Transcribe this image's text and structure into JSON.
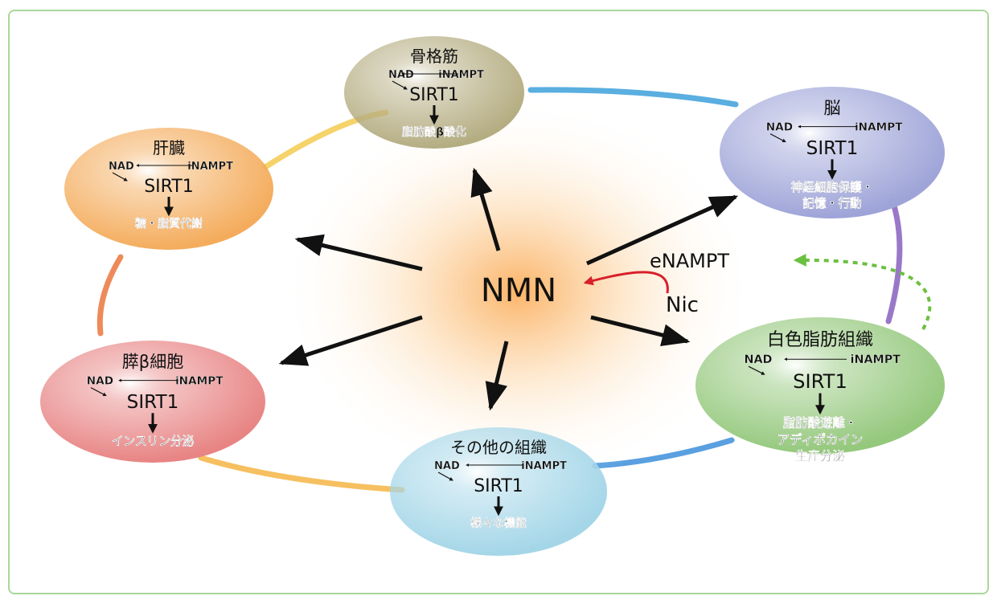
{
  "center": {
    "label": "NMN",
    "enampt": "eNAMPT",
    "nic": "Nic"
  },
  "colors": {
    "frame": "#a8d89a",
    "red_arrow": "#d8202a",
    "green_dashed": "#6cc040"
  },
  "nodes": [
    {
      "id": "skeletal-muscle",
      "title": "骨格筋",
      "nad": "NAD",
      "inampt": "iNAMPT",
      "sirt": "SIRT1",
      "effect": [
        "脂肪酸β酸化"
      ],
      "color": "#b5ad82"
    },
    {
      "id": "brain",
      "title": "脳",
      "nad": "NAD",
      "inampt": "iNAMPT",
      "sirt": "SIRT1",
      "effect": [
        "神経細胞保護・",
        "記憶・行動"
      ],
      "color": "#9ea4d8"
    },
    {
      "id": "liver",
      "title": "肝臓",
      "nad": "NAD",
      "inampt": "iNAMPT",
      "sirt": "SIRT1",
      "effect": [
        "糖・脂質代謝"
      ],
      "color": "#f4ac5c"
    },
    {
      "id": "white-adipose",
      "title": "白色脂肪組織",
      "nad": "NAD",
      "inampt": "iNAMPT",
      "sirt": "SIRT1",
      "effect": [
        "脂肪酸遊離・",
        "アディポカイン",
        "生産分泌"
      ],
      "color": "#94c87c"
    },
    {
      "id": "pancreatic-beta",
      "title": "膵β細胞",
      "nad": "NAD",
      "inampt": "iNAMPT",
      "sirt": "SIRT1",
      "effect": [
        "インスリン分泌"
      ],
      "color": "#e88484"
    },
    {
      "id": "other-tissues",
      "title": "その他の組織",
      "nad": "NAD",
      "inampt": "iNAMPT",
      "sirt": "SIRT1",
      "effect": [
        "様々な機能"
      ],
      "color": "#a4d6e8"
    }
  ]
}
